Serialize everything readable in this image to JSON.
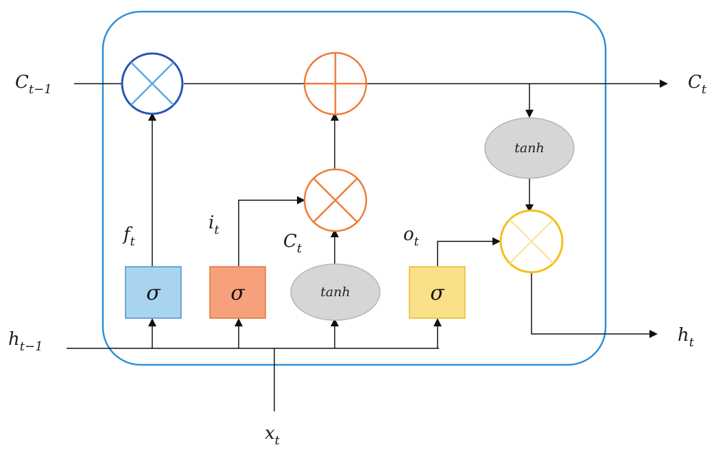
{
  "labels": {
    "c_prev": {
      "base": "C",
      "sub": "t−1"
    },
    "c_out": {
      "base": "C",
      "sub": "t"
    },
    "h_prev": {
      "base": "h",
      "sub": "t−1"
    },
    "h_out": {
      "base": "h",
      "sub": "t"
    },
    "x_in": {
      "base": "x",
      "sub": "t"
    },
    "forget": {
      "base": "f",
      "sub": "t"
    },
    "input": {
      "base": "i",
      "sub": "t"
    },
    "candidate": {
      "base": "C",
      "sub": "t"
    },
    "output": {
      "base": "o",
      "sub": "t"
    }
  },
  "gates": {
    "sigma_symbol": "σ",
    "tanh_label": "tanh"
  },
  "colors": {
    "cell_border": "#2f8fd6",
    "line": "#111111",
    "forget_fill": "#a9d4f0",
    "forget_stroke": "#4a90c8",
    "input_fill": "#f7a17c",
    "input_stroke": "#e0703a",
    "output_fill": "#fbe08a",
    "output_stroke": "#e6bd2a",
    "tanh_fill": "#d6d6d6",
    "tanh_stroke": "#b5b5b5",
    "forget_mult": "#2454b5",
    "input_ops": "#ef7a3a",
    "output_mult": "#f3c014"
  },
  "icons": {
    "forget_mult": "multiply-icon",
    "add": "add-icon",
    "input_mult": "multiply-icon",
    "output_mult": "multiply-icon"
  }
}
